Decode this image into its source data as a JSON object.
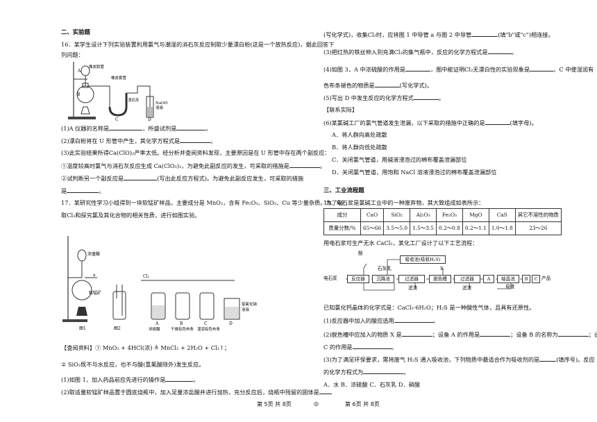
{
  "left": {
    "section2": "二、实验题",
    "q16": {
      "l1": "16．某学生设计下列实验装置利用氯气与潮湿的消石灰反应制取少量漂白粉(这是一个放热反应)，据此回答下",
      "l2": "列问题：",
      "fig_labels": {
        "a": "A",
        "b": "B",
        "c": "C",
        "d": "D",
        "tube1": "橡皮胶管",
        "tube2": "橡皮套管",
        "naoh": "NaOH",
        "soln": "溶液",
        "yz": "消石灰"
      },
      "p1a": "(1)A 仪器的名称是",
      "p1b": "，所盛试剂是",
      "p1c": "。",
      "p2a": "(2)漂白粉将在 U 形管中产生，其化学方程式是",
      "p2b": "。",
      "p3": "(3)此实验结果所得Ca(ClO)₂产率太低。经分析并查阅资料发现，主要原因是在 U 形管中存在两个副反应：",
      "p3_1a": "①温度较高时氯气与消石灰反应生成 Ca(ClO₃)₂，为避免此副反应的发生，可采取的措施是",
      "p3_1b": "。",
      "p3_2a": "②试判断另一个副反应是",
      "p3_2b": "(写出此反应方程式)。为避免此副反应发生，可采取的措施",
      "p3_2c": "是",
      "p3_2d": "。"
    },
    "q17": {
      "l1": "17．某研究性学习小组得到一块软锰矿样品，主要成分是 MnO₂，含有 Fe₂O₃、SiO₂、Cu 等少量杂质。为了制",
      "l2": "取Cl₂和探究氯及其化合物的相关性质，进行如图实验。",
      "fig": {
        "conc_hcl": "浓盛酸",
        "ore": "软锰矿",
        "cl2": "Cl₂",
        "fig1": "图1",
        "fig2": "图2",
        "a": "A",
        "b": "B",
        "c": "C",
        "d": "D",
        "fig3": "图3",
        "h2so4": "浓硫酸",
        "dry": "干燥有色布条",
        "wet": "湿润有色布条",
        "naoh": "氢氧化钠",
        "naoh2": "溶液",
        "a_mark": "a"
      },
      "info1": "【查阅资料】① MnO₂ + 4HCl(浓) ≜ MnCl₂ + 2H₂O + Cl₂↑；",
      "info2": "② SiO₂既不与水反应，也不与酸(氢氟酸除外)发生反应。",
      "p1a": "(1)如图 1，加入药品前应先进行的操作是",
      "p1b": "。",
      "p2": "(2)取适量软锰矿样品置于圆底烧瓶中，加入足量浓盐酸并进行加热，充分反应后，烧瓶中残留的固体是"
    },
    "footer": "第 5页  共 8页"
  },
  "right": {
    "r1a": "(写化学式)，收集Cl₂时，应将图 1 中导管 a 与图 2 中导管",
    "r1b": "(填\"b\"或\"c\")相连接。",
    "r2a": "(3)把红热的铁丝伸入到充满Cl₂的集气瓶中，反应的化学方程式是",
    "r2b": "。",
    "r3a": "(4)如图 3，A 中浓硫酸的作用是",
    "r3b": "，图中能证明Cl₂无漂白性的实验现象是",
    "r3c": "。C 中使湿润有",
    "r4a": "色布条褪色的物质是",
    "r4b": "(写化学式)。",
    "r5a": "(5)写出 D 中发生反应的化学方程式",
    "r5b": "。",
    "link": "【联系实际】",
    "r6a": "(6)某氯碱工厂的氯气管道发生泄漏，以下采取的措施中正确的是",
    "r6b": "(填字母)。",
    "optA": "A．将人群向高处疏散",
    "optB": "B．将人群向低处疏散",
    "optC": "C．关闭氯气管道，用碱液浸泡过的棉布覆盖泄漏部位",
    "optD": "D．关闭氯气管道，用饱和 NaCl 溶液浸泡过的棉布覆盖泄漏部位",
    "section3": "三、工业流程题",
    "q18l1": "18．电石浆是氯碱工业中的一种废弃物，其大致组成如表所示：",
    "table": {
      "headers": [
        "成分",
        "CaO",
        "SiO₂",
        "Al₂O₃",
        "Fe₂O₃",
        "MgO",
        "CaS",
        "其它不溶性的物质"
      ],
      "row": [
        "质量分数/%",
        "65～66",
        "3.5～5.0",
        "1.5～3.5",
        "0.2～0.8",
        "0.2～1.1",
        "1.0～1.8",
        "23～26"
      ]
    },
    "q18l2": "用电石浆可生产无水 CaCl₂，某化工厂设计了以下工艺流程：",
    "flow": {
      "acid": "酸",
      "absorb": "吸收池(吸收H₂S)",
      "lime": "石灰乳",
      "x": "X",
      "input": "电石浆",
      "reactor": "反应器",
      "settle": "沉降池",
      "filter1": "过滤器",
      "decolor": "脱色槽",
      "filter2": "过滤器",
      "a": "A",
      "crystal": "结晶池",
      "b": "B",
      "c": "C",
      "product": "产品",
      "residue1": "滤渣",
      "residue2": "滤渣",
      "mother": "母液"
    },
    "q18l3": "已知氯化钙晶体的化学式是：CaCl₂·6H₂O；H₂S 是一种酸性气体，且具有还原性。",
    "q18p1a": "(1)反应器中加入的酸应选用",
    "q18p1b": "。",
    "q18p2a": "(2)脱色槽中应加入的物质 X 是",
    "q18p2b": "；设备 A 的作用是",
    "q18p2c": "；设备 B 的名称为",
    "q18p2d": "；设备",
    "q18p2e": "C 的作用是",
    "q18p2f": "。",
    "q18p3a": "(3)为了满足环保要求，需将废气 H₂S 通入吸收池，下列物质中最适合作为吸收剂的是",
    "q18p3b": "(填序号)。反应",
    "q18p3c": "的化学方程式为",
    "q18p3d": "。",
    "q18opts": "A．水    B．浓硫酸    C．石灰乳    D．硝酸",
    "footer": "第 6页  共 8页"
  },
  "center_mark": "◎"
}
